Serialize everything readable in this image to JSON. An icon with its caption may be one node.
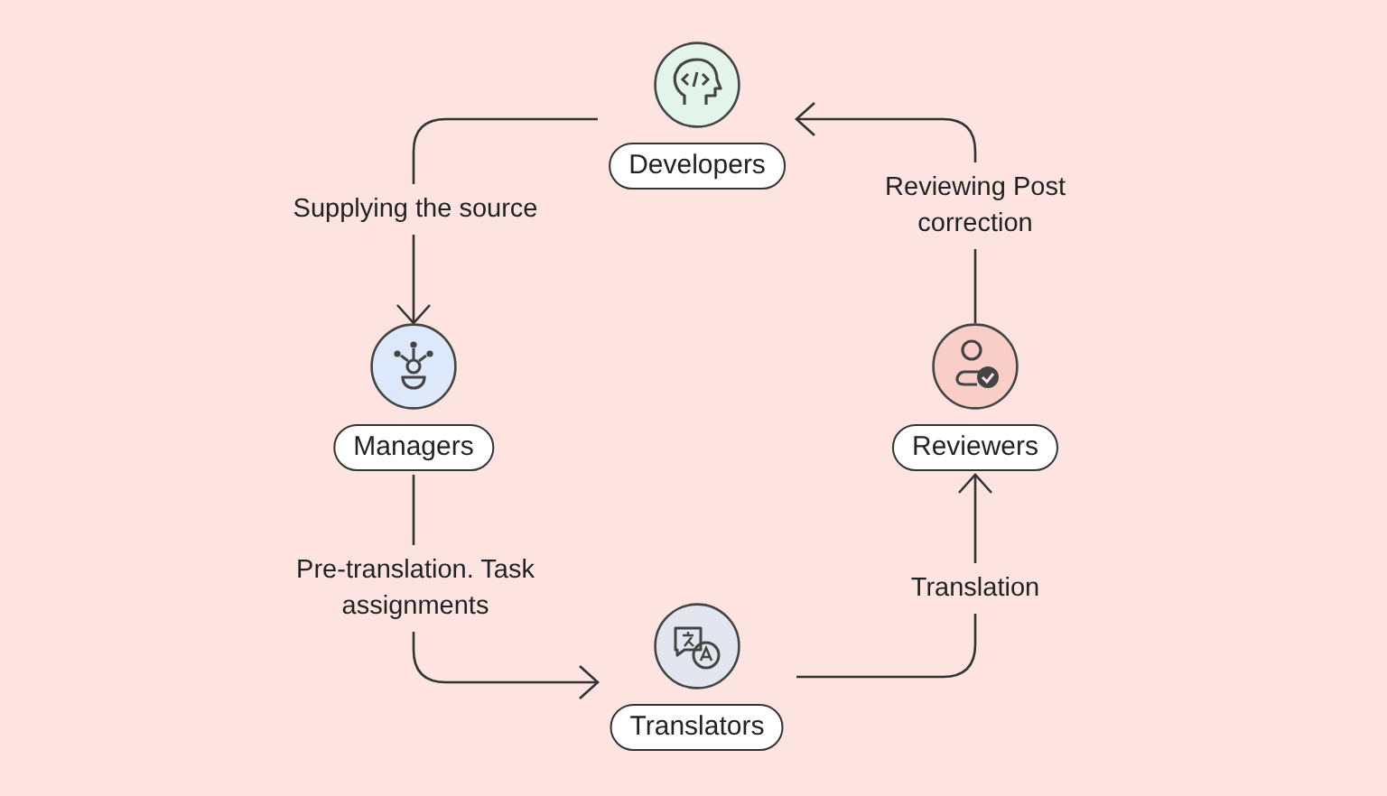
{
  "diagram": {
    "nodes": [
      {
        "text": [
          "Developers"
        ]
      },
      {
        "text": [
          "Managers"
        ]
      },
      {
        "text": [
          "Translators"
        ]
      },
      {
        "text": [
          "Reviewers"
        ]
      }
    ],
    "edges": [
      {
        "from": 0,
        "to": 1,
        "arrow": "to",
        "label": "Supplying the source"
      },
      {
        "from": 1,
        "to": 2,
        "arrow": "to",
        "label": "Pre-translation. Task assignments"
      },
      {
        "from": 2,
        "to": 3,
        "arrow": "to",
        "label": "Translation"
      },
      {
        "from": 3,
        "to": 0,
        "arrow": "to",
        "label": "Reviewing Post correction"
      }
    ]
  }
}
